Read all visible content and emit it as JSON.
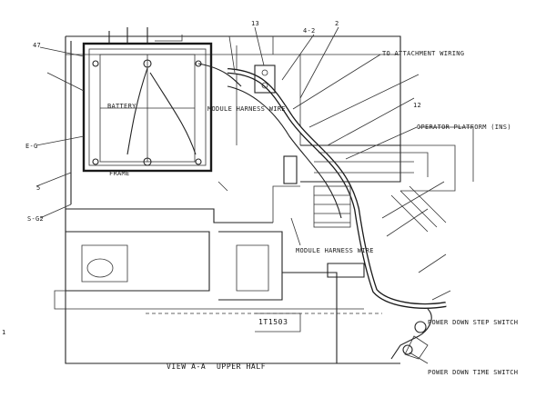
{
  "diagram": {
    "labels": {
      "battery": "BATTERY",
      "frame": "FRAME",
      "module_harness_top": "MODULE HARNESS WIRE",
      "module_harness_mid": "MODULE HARNESS WIRE",
      "platform_wiring": "TO ATTACHMENT WIRING",
      "operator_platform": "OPERATOR PLATFORM (INS)",
      "view": "VIEW A-A",
      "upper_half": "UPPER HALF",
      "part_number": "1T1503",
      "power_down_top": "POWER DOWN STEP SWITCH",
      "power_down_bottom": "POWER DOWN TIME SWITCH",
      "left_label_1": "E-G",
      "left_label_2": "S-G2",
      "left_callout_1": "47",
      "left_callout_2": "5",
      "side_callout": "4-2",
      "top_callout_1": "13",
      "top_callout_2": "2",
      "right_callout": "12",
      "bottom_left_mark": "1"
    }
  }
}
